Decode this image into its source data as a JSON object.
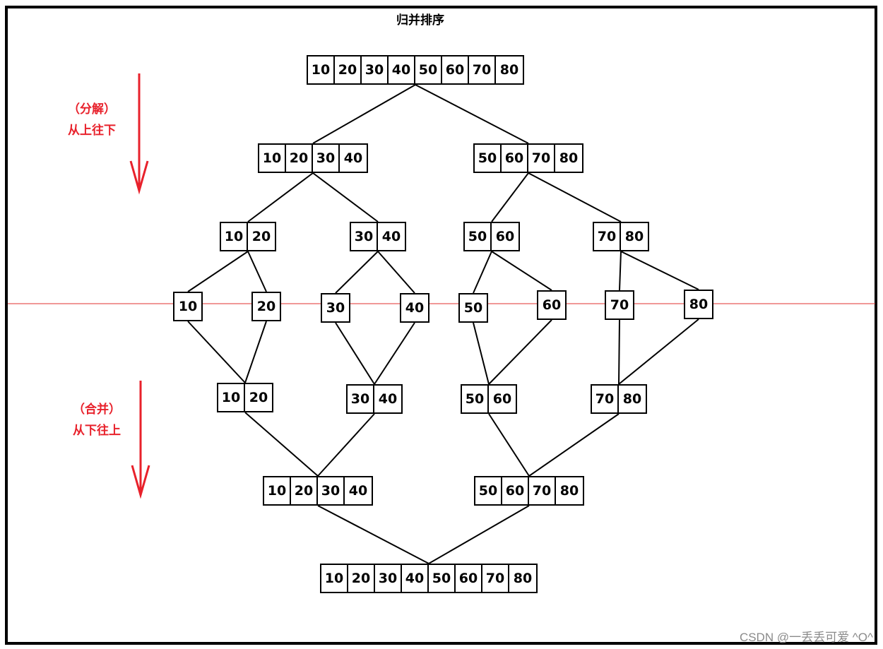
{
  "title": "归并排序",
  "colors": {
    "accent": "#e8212b",
    "line": "#000000",
    "divider": "#e0302f",
    "watermark": "#8a8a8a"
  },
  "labels": {
    "decompose": [
      "（分解）",
      "从上往下"
    ],
    "merge": [
      "（合并）",
      "从下往上"
    ]
  },
  "nodes": [
    {
      "id": "n0",
      "values": [
        "10",
        "20",
        "30",
        "40",
        "50",
        "60",
        "70",
        "80"
      ]
    },
    {
      "id": "n1a",
      "values": [
        "10",
        "20",
        "30",
        "40"
      ]
    },
    {
      "id": "n1b",
      "values": [
        "50",
        "60",
        "70",
        "80"
      ]
    },
    {
      "id": "n2a",
      "values": [
        "10",
        "20"
      ]
    },
    {
      "id": "n2b",
      "values": [
        "30",
        "40"
      ]
    },
    {
      "id": "n2c",
      "values": [
        "50",
        "60"
      ]
    },
    {
      "id": "n2d",
      "values": [
        "70",
        "80"
      ]
    },
    {
      "id": "l1",
      "values": [
        "10"
      ]
    },
    {
      "id": "l2",
      "values": [
        "20"
      ]
    },
    {
      "id": "l3",
      "values": [
        "30"
      ]
    },
    {
      "id": "l4",
      "values": [
        "40"
      ]
    },
    {
      "id": "l5",
      "values": [
        "50"
      ]
    },
    {
      "id": "l6",
      "values": [
        "60"
      ]
    },
    {
      "id": "l7",
      "values": [
        "70"
      ]
    },
    {
      "id": "l8",
      "values": [
        "80"
      ]
    },
    {
      "id": "m2a",
      "values": [
        "10",
        "20"
      ]
    },
    {
      "id": "m2b",
      "values": [
        "30",
        "40"
      ]
    },
    {
      "id": "m2c",
      "values": [
        "50",
        "60"
      ]
    },
    {
      "id": "m2d",
      "values": [
        "70",
        "80"
      ]
    },
    {
      "id": "m1a",
      "values": [
        "10",
        "20",
        "30",
        "40"
      ]
    },
    {
      "id": "m1b",
      "values": [
        "50",
        "60",
        "70",
        "80"
      ]
    },
    {
      "id": "m0",
      "values": [
        "10",
        "20",
        "30",
        "40",
        "50",
        "60",
        "70",
        "80"
      ]
    }
  ],
  "edges": [
    [
      "n0",
      "n1a"
    ],
    [
      "n0",
      "n1b"
    ],
    [
      "n1a",
      "n2a"
    ],
    [
      "n1a",
      "n2b"
    ],
    [
      "n1b",
      "n2c"
    ],
    [
      "n1b",
      "n2d"
    ],
    [
      "n2a",
      "l1"
    ],
    [
      "n2a",
      "l2"
    ],
    [
      "n2b",
      "l3"
    ],
    [
      "n2b",
      "l4"
    ],
    [
      "n2c",
      "l5"
    ],
    [
      "n2c",
      "l6"
    ],
    [
      "n2d",
      "l7"
    ],
    [
      "n2d",
      "l8"
    ],
    [
      "l1",
      "m2a"
    ],
    [
      "l2",
      "m2a"
    ],
    [
      "l3",
      "m2b"
    ],
    [
      "l4",
      "m2b"
    ],
    [
      "l5",
      "m2c"
    ],
    [
      "l6",
      "m2c"
    ],
    [
      "l7",
      "m2d"
    ],
    [
      "l8",
      "m2d"
    ],
    [
      "m2a",
      "m1a"
    ],
    [
      "m2b",
      "m1a"
    ],
    [
      "m2c",
      "m1b"
    ],
    [
      "m2d",
      "m1b"
    ],
    [
      "m1a",
      "m0"
    ],
    [
      "m1b",
      "m0"
    ]
  ],
  "watermark": "CSDN @一丢丢可爱 ^O^"
}
